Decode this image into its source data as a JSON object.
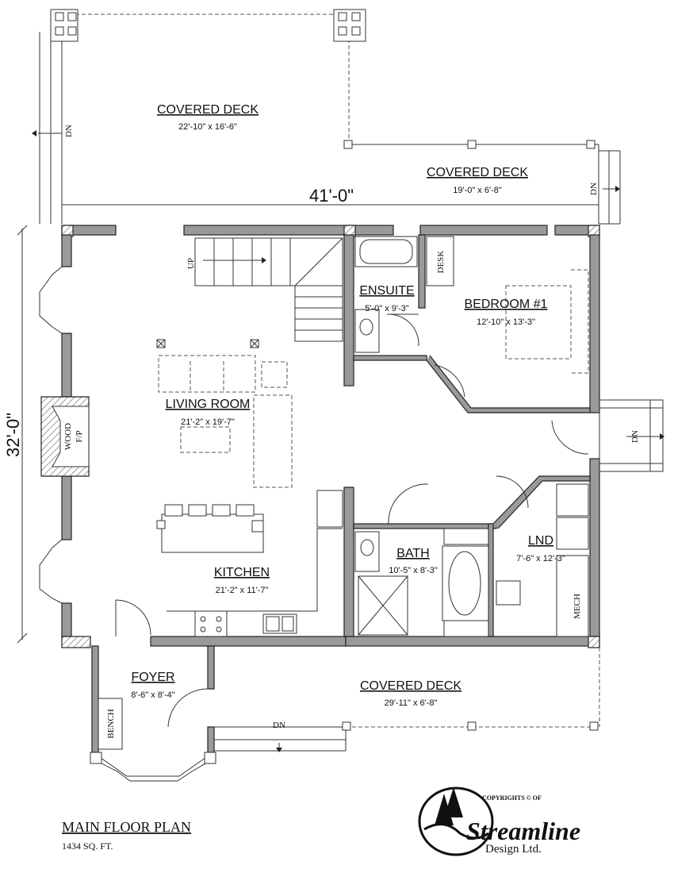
{
  "plan": {
    "title": "MAIN FLOOR PLAN",
    "area": "1434 SQ. FT.",
    "dim_width": "41'-0\"",
    "dim_depth": "32'-0\""
  },
  "rooms": {
    "covered_deck_top_left": {
      "name": "COVERED DECK",
      "size": "22'-10\" x 16'-6\""
    },
    "covered_deck_top_right": {
      "name": "COVERED DECK",
      "size": "19'-0\" x 6'-8\""
    },
    "ensuite": {
      "name": "ENSUITE",
      "size": "5'-0\" x 9'-3\""
    },
    "bedroom1": {
      "name": "BEDROOM #1",
      "size": "12'-10\" x 13'-3\""
    },
    "living_room": {
      "name": "LIVING ROOM",
      "size": "21'-2\" x 19'-7\""
    },
    "kitchen": {
      "name": "KITCHEN",
      "size": "21'-2\" x 11'-7\""
    },
    "bath": {
      "name": "BATH",
      "size": "10'-5\" x 8'-3\""
    },
    "lnd": {
      "name": "LND",
      "size": "7'-6\" x 12'-3\""
    },
    "foyer": {
      "name": "FOYER",
      "size": "8'-6\" x 8'-4\""
    },
    "covered_deck_bottom": {
      "name": "COVERED DECK",
      "size": "29'-11\" x 6'-8\""
    }
  },
  "annotations": {
    "up": "UP",
    "dn": "DN",
    "desk": "DESK",
    "wood": "WOOD",
    "fp": "F/P",
    "mech": "MECH",
    "bench": "BENCH"
  },
  "logo": {
    "copyright": "COPYRIGHTS © OF",
    "brand": "Streamline",
    "sub": "Design Ltd."
  }
}
